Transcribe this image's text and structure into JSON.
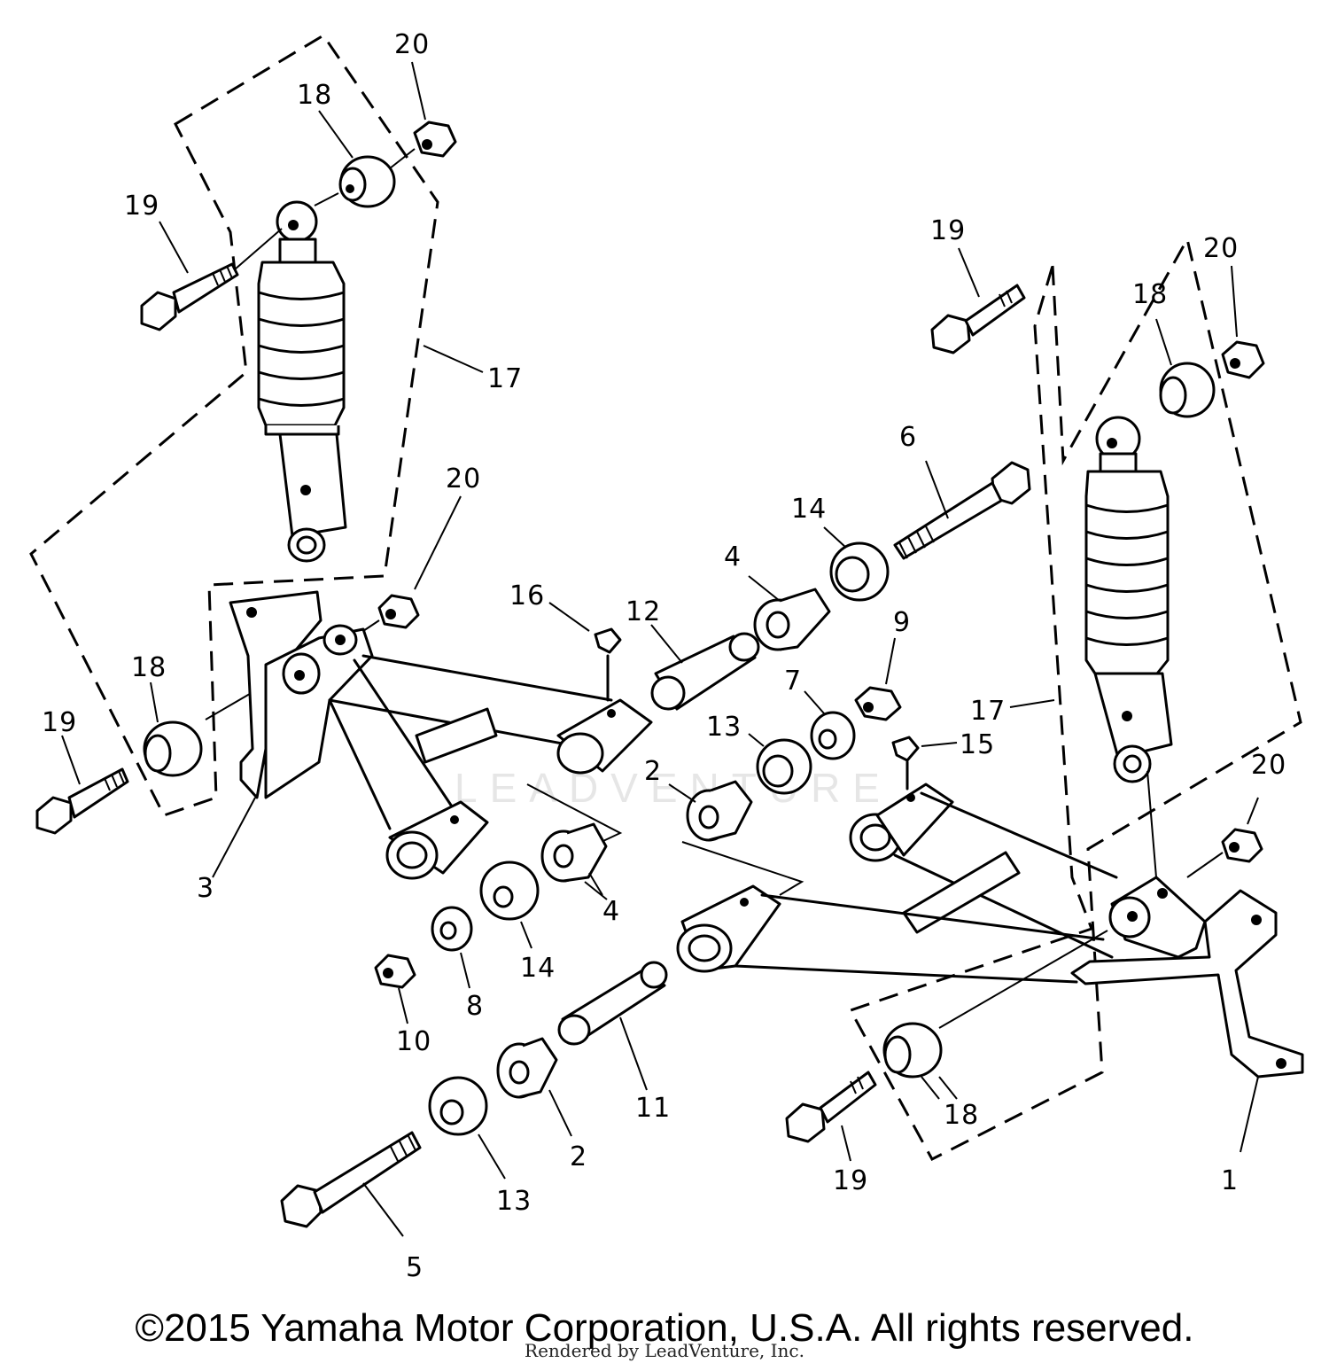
{
  "callouts": {
    "c1": "1",
    "c2a": "2",
    "c2b": "2",
    "c3": "3",
    "c4a": "4",
    "c4b": "4",
    "c5": "5",
    "c6": "6",
    "c7": "7",
    "c8": "8",
    "c9": "9",
    "c10": "10",
    "c11": "11",
    "c12": "12",
    "c13a": "13",
    "c13b": "13",
    "c14a": "14",
    "c14b": "14",
    "c15": "15",
    "c16": "16",
    "c17a": "17",
    "c17b": "17",
    "c18a": "18",
    "c18b": "18",
    "c18c": "18",
    "c18d": "18",
    "c19a": "19",
    "c19b": "19",
    "c19c": "19",
    "c19d": "19",
    "c20a": "20",
    "c20b": "20",
    "c20c": "20",
    "c20d": "20"
  },
  "watermark": "LEADVENTURE",
  "footer": {
    "copyright": "©2015 Yamaha Motor Corporation, U.S.A. All rights reserved.",
    "rendered_by": "Rendered by LeadVenture, Inc."
  }
}
